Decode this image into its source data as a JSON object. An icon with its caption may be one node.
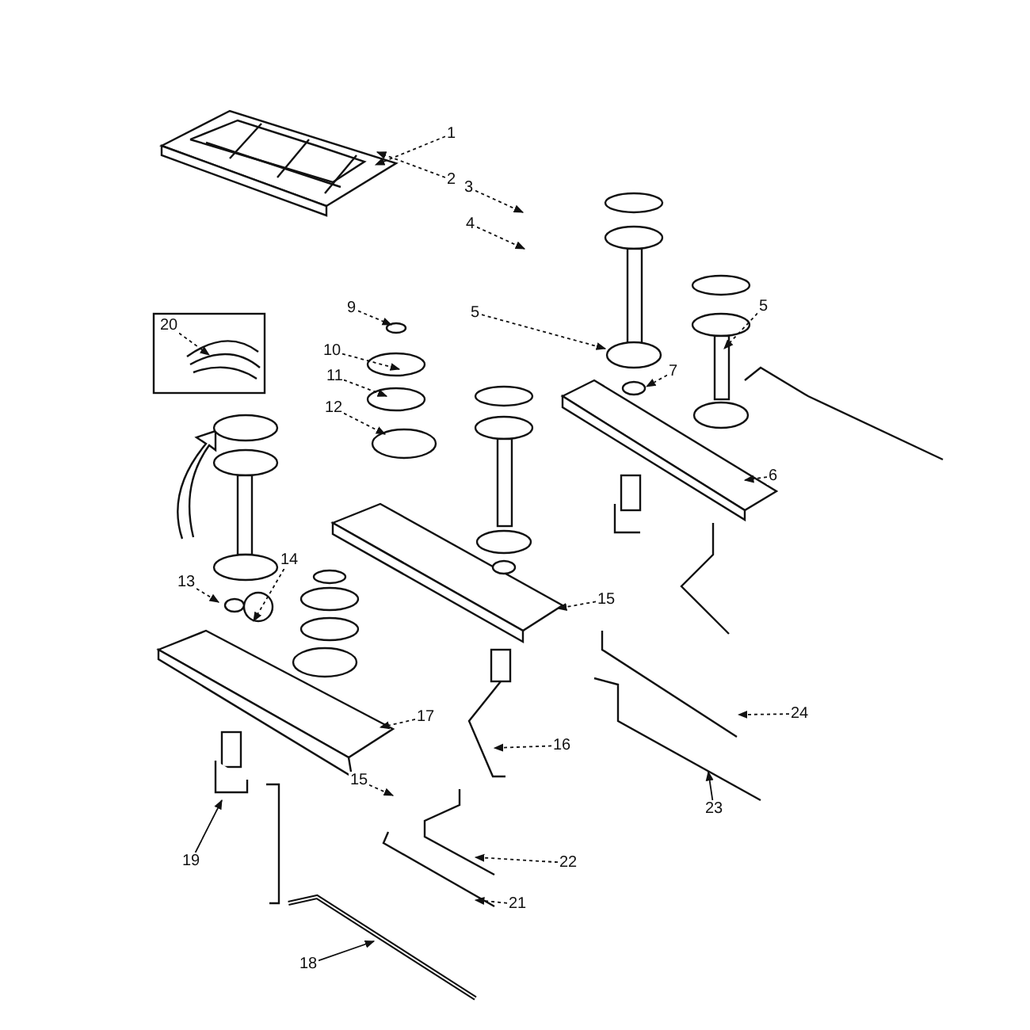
{
  "diagram": {
    "nodes": [
      {
        "text": [
          "1"
        ]
      },
      {
        "text": [
          "2"
        ]
      },
      {
        "text": [
          "3"
        ]
      },
      {
        "text": [
          "4"
        ]
      },
      {
        "text": [
          "5"
        ]
      },
      {
        "text": [
          "5"
        ]
      },
      {
        "text": [
          "7"
        ]
      },
      {
        "text": [
          "6"
        ]
      },
      {
        "text": [
          "9"
        ]
      },
      {
        "text": [
          "10"
        ]
      },
      {
        "text": [
          "11"
        ]
      },
      {
        "text": [
          "12"
        ]
      },
      {
        "text": [
          "20"
        ]
      },
      {
        "text": [
          "13"
        ]
      },
      {
        "text": [
          "14"
        ]
      },
      {
        "text": [
          "15"
        ]
      },
      {
        "text": [
          "16"
        ]
      },
      {
        "text": [
          "17"
        ]
      },
      {
        "text": [
          "15"
        ]
      },
      {
        "text": [
          "19"
        ]
      },
      {
        "text": [
          "18"
        ]
      },
      {
        "text": [
          "21"
        ]
      },
      {
        "text": [
          "22"
        ]
      },
      {
        "text": [
          "23"
        ]
      },
      {
        "text": [
          "24"
        ]
      }
    ],
    "edges": [
      {
        "from": 0,
        "to": null,
        "arrow": "to",
        "style": "dashed"
      },
      {
        "from": 1,
        "to": null,
        "arrow": "to",
        "style": "dashed"
      },
      {
        "from": 2,
        "to": null,
        "arrow": "to",
        "style": "dashed"
      },
      {
        "from": 3,
        "to": null,
        "arrow": "to",
        "style": "dashed"
      },
      {
        "from": 4,
        "to": null,
        "arrow": "to",
        "style": "dashed"
      },
      {
        "from": 5,
        "to": null,
        "arrow": "to",
        "style": "dashed"
      },
      {
        "from": 6,
        "to": null,
        "arrow": "to",
        "style": "dashed"
      },
      {
        "from": 7,
        "to": null,
        "arrow": "to",
        "style": "dashed"
      },
      {
        "from": 8,
        "to": null,
        "arrow": "to",
        "style": "dashed"
      },
      {
        "from": 9,
        "to": null,
        "arrow": "to",
        "style": "dashed"
      },
      {
        "from": 10,
        "to": null,
        "arrow": "to",
        "style": "dashed"
      },
      {
        "from": 11,
        "to": null,
        "arrow": "to",
        "style": "dashed"
      },
      {
        "from": 12,
        "to": null,
        "arrow": "to",
        "style": "dashed"
      },
      {
        "from": 13,
        "to": null,
        "arrow": "to",
        "style": "dashed"
      },
      {
        "from": 14,
        "to": null,
        "arrow": "to",
        "style": "dashed"
      },
      {
        "from": 15,
        "to": null,
        "arrow": "to",
        "style": "dashed"
      },
      {
        "from": 16,
        "to": null,
        "arrow": "to",
        "style": "dashed"
      },
      {
        "from": 17,
        "to": null,
        "arrow": "to",
        "style": "dashed"
      },
      {
        "from": 18,
        "to": null,
        "arrow": "to",
        "style": "dashed"
      },
      {
        "from": 19,
        "to": null,
        "arrow": "to"
      },
      {
        "from": 20,
        "to": null,
        "arrow": "to"
      },
      {
        "from": 21,
        "to": null,
        "arrow": "to",
        "style": "dashed"
      },
      {
        "from": 22,
        "to": null,
        "arrow": "to",
        "style": "dashed"
      },
      {
        "from": 23,
        "to": null,
        "arrow": "to"
      },
      {
        "from": 24,
        "to": null,
        "arrow": "to",
        "style": "dashed"
      }
    ]
  }
}
